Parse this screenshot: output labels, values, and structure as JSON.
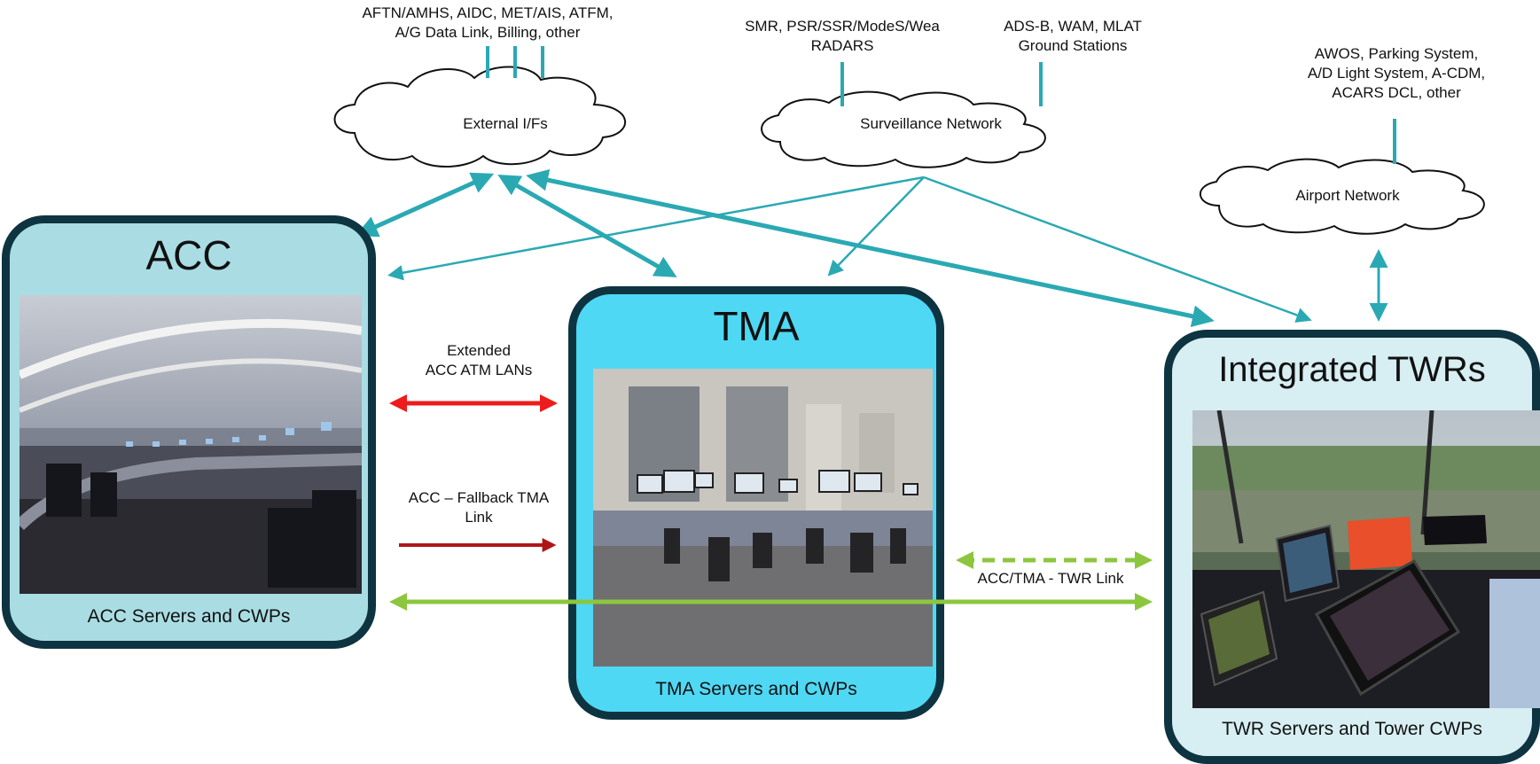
{
  "clouds": {
    "external": "External I/Fs",
    "surveillance": "Surveillance Network",
    "airport": "Airport Network"
  },
  "labels": {
    "external_sources": "AFTN/AMHS, AIDC, MET/AIS, ATFM,\nA/G Data Link, Billing, other",
    "radars": "SMR, PSR/SSR/ModeS/Wea\nRADARS",
    "ground_stations": "ADS-B, WAM, MLAT\nGround Stations",
    "airport_systems": "AWOS, Parking System,\nA/D Light System, A-CDM,\nACARS DCL, other",
    "extended_lans": "Extended\nACC ATM LANs",
    "fallback_link": "ACC – Fallback TMA\nLink",
    "twr_link": "ACC/TMA - TWR Link"
  },
  "boxes": {
    "acc": {
      "title": "ACC",
      "footer": "ACC Servers and CWPs"
    },
    "tma": {
      "title": "TMA",
      "footer": "TMA Servers and CWPs"
    },
    "twr": {
      "title": "Integrated TWRs",
      "footer": "TWR Servers and Tower CWPs"
    }
  },
  "colors": {
    "teal": "#2aa9b3",
    "red": "#ee1c1c",
    "dark_red": "#b01515",
    "green": "#8cc63f",
    "box_border": "#0d3440",
    "acc_fill": "#a9dde3",
    "tma_fill": "#4fd8f4",
    "twr_fill": "#d7eef2"
  }
}
